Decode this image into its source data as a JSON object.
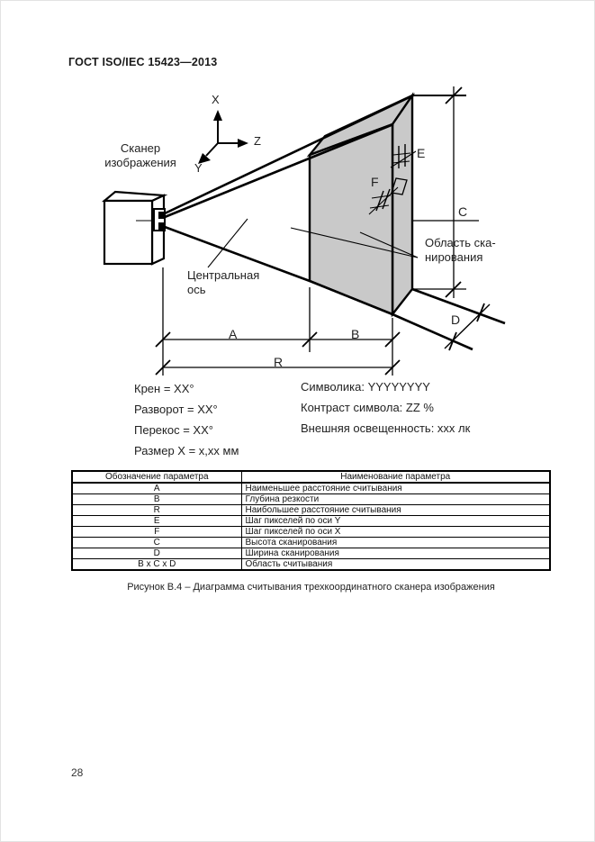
{
  "page": {
    "header": "ГОСТ ISO/IEC 15423—2013",
    "page_number": "28",
    "caption": "Рисунок В.4 – Диаграмма считывания трехкоординатного сканера изображения"
  },
  "diagram": {
    "scanner_label": {
      "line1": "Сканер",
      "line2": "изображения"
    },
    "central_axis_label": {
      "line1": "Центральная",
      "line2": "ось"
    },
    "scan_area_label": {
      "line1": "Область ска-",
      "line2": "нирования"
    },
    "axes": {
      "x": "X",
      "y": "Y",
      "z": "Z"
    },
    "dims": {
      "a": "A",
      "b": "B",
      "r": "R",
      "c": "C",
      "d": "D",
      "e": "E",
      "f": "F"
    },
    "colors": {
      "scan_area_fill": "#c9c9c9",
      "line": "#000000"
    }
  },
  "parameters": {
    "left": [
      "Крен = XX°",
      "Разворот = XX°",
      "Перекос = XX°",
      "Размер X = x,xx мм"
    ],
    "right": [
      "Символика: YYYYYYYY",
      "Контраст символа: ZZ %",
      "Внешняя освещенность: xxx лк"
    ]
  },
  "table": {
    "headers": [
      "Обозначение параметра",
      "Наименование параметра"
    ],
    "rows": [
      [
        "A",
        "Наименьшее расстояние считывания"
      ],
      [
        "B",
        "Глубина резкости"
      ],
      [
        "R",
        "Наибольшее расстояние считывания"
      ],
      [
        "E",
        "Шаг пикселей по оси Y"
      ],
      [
        "F",
        "Шаг пикселей по оси X"
      ],
      [
        "C",
        "Высота сканирования"
      ],
      [
        "D",
        "Ширина сканирования"
      ],
      [
        "B x C x D",
        "Область считывания"
      ]
    ]
  }
}
